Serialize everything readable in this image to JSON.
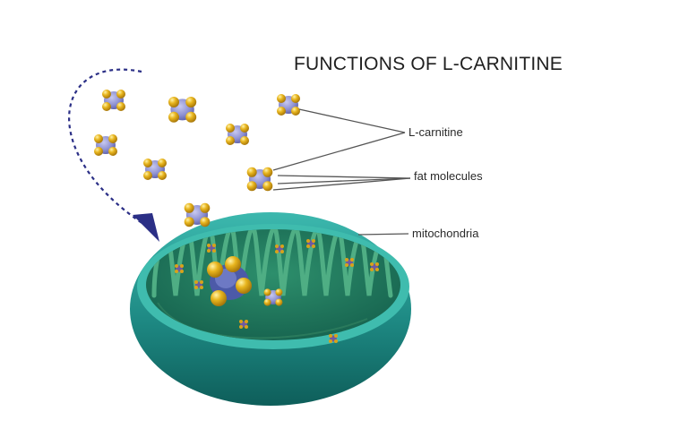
{
  "title": "FUNCTIONS OF L-CARNITINE",
  "labels": {
    "carnitine": "L-carnitine",
    "fat_molecules": "fat molecules",
    "mitochondria": "mitochondria"
  },
  "colors": {
    "mito_outer": "#2aa39a",
    "mito_dark": "#0f6d68",
    "mito_inner": "#1e7f62",
    "cristae": "#44a07a",
    "molecule_core": "#8c8fd1",
    "molecule_ball": "#e8b51e",
    "arrow": "#2b2f86",
    "leader": "#555555"
  }
}
